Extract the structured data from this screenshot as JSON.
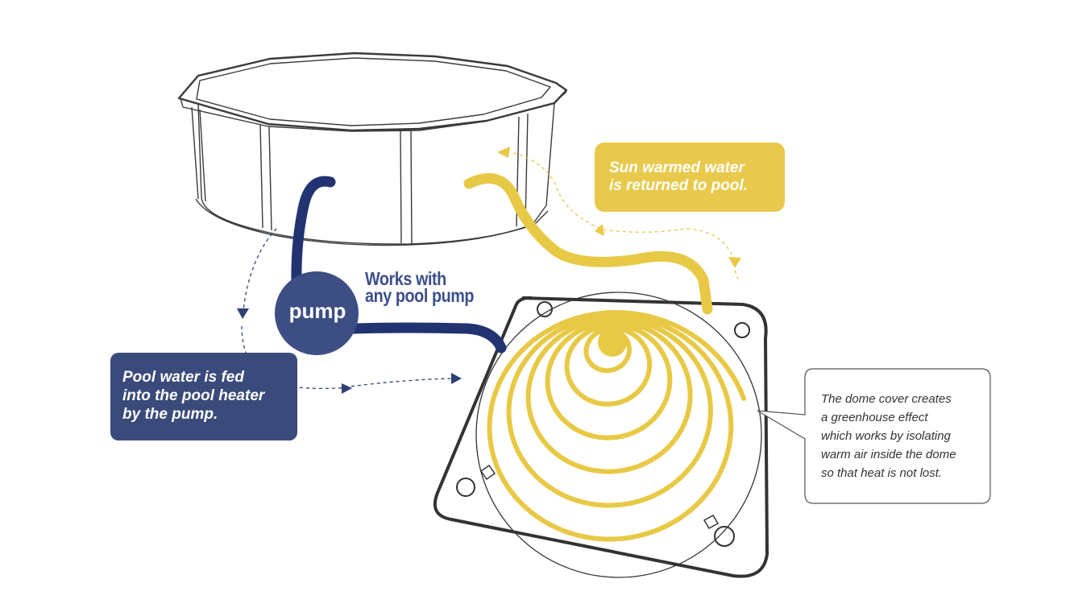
{
  "callouts": {
    "sun_warmed": [
      "Sun warmed water",
      "is returned to pool."
    ],
    "pool_feed": [
      "Pool water is fed",
      "into the pool heater",
      "by the pump."
    ],
    "works_with": [
      "Works with",
      "any pool pump"
    ],
    "pump": "pump",
    "dome_note": [
      "The dome cover creates",
      "a greenhouse effect",
      "which works by isolating",
      "warm air inside the dome",
      "so that heat is not lost."
    ]
  },
  "colors": {
    "navy": "#223371",
    "navy_box": "#3a4a7a",
    "yellow": "#e8c945",
    "outline": "#333333"
  },
  "icons": [
    "above-ground-pool",
    "pump-circle",
    "solar-dome-heater",
    "flow-arrow"
  ]
}
